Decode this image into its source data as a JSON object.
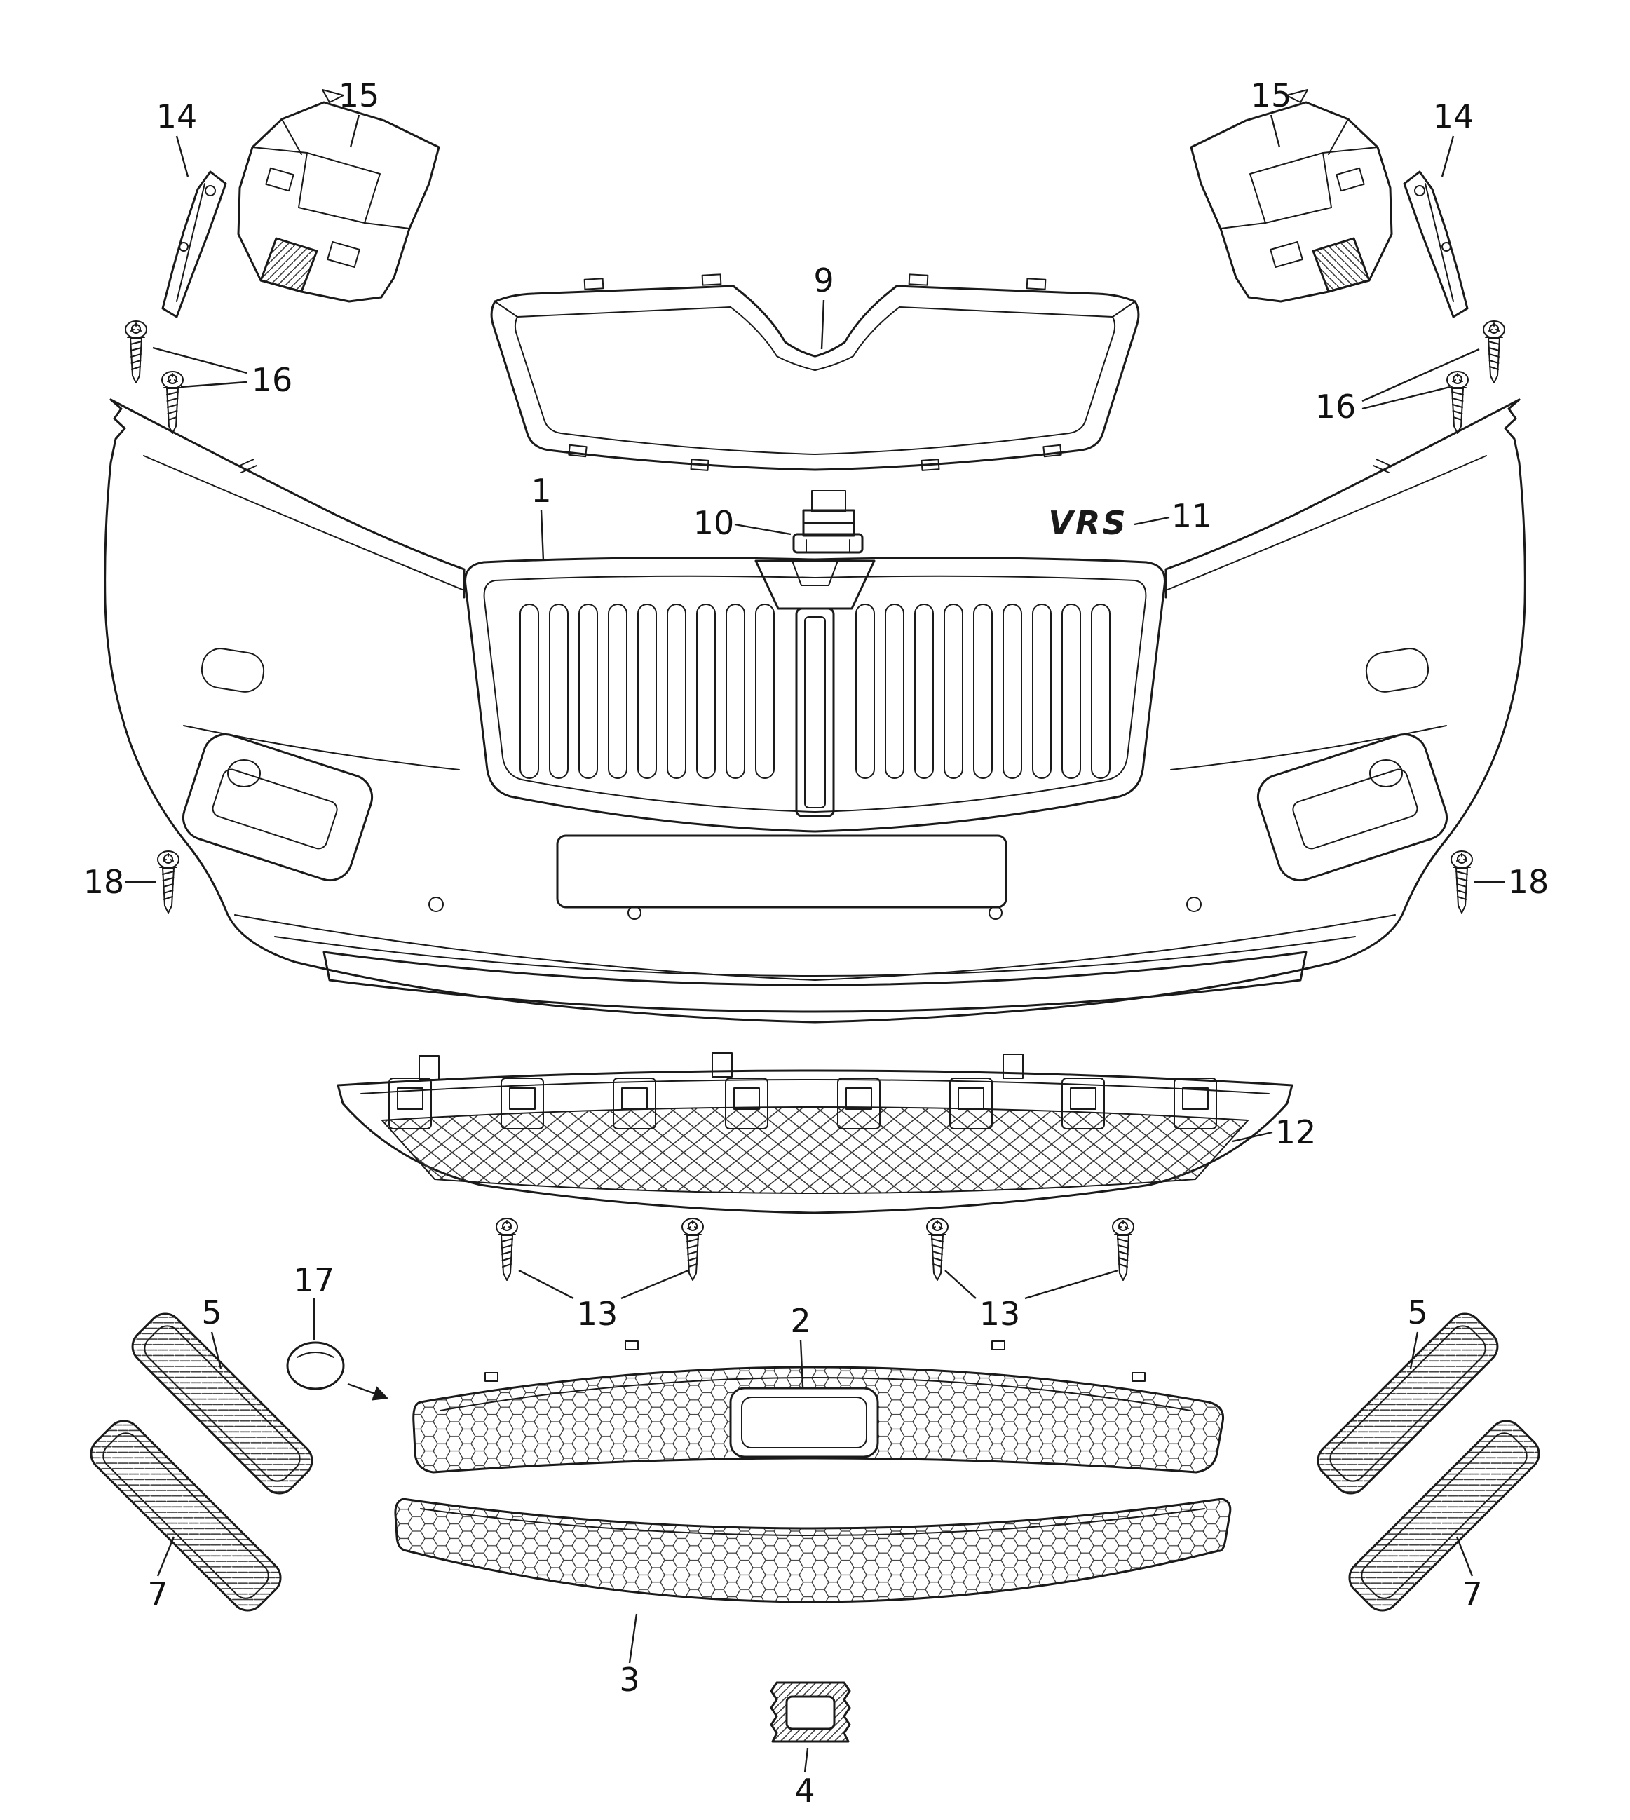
{
  "diagram": {
    "type": "exploded-parts-diagram",
    "subject": "Front bumper assembly exploded view",
    "colors": {
      "line": "#1a1a1a",
      "background": "#ffffff"
    },
    "badge": {
      "text": "VRS"
    },
    "callouts": [
      {
        "label": "14",
        "side": "left"
      },
      {
        "label": "15",
        "side": "left"
      },
      {
        "label": "9",
        "side": "center"
      },
      {
        "label": "15",
        "side": "right"
      },
      {
        "label": "14",
        "side": "right"
      },
      {
        "label": "16",
        "side": "left"
      },
      {
        "label": "16",
        "side": "right"
      },
      {
        "label": "1",
        "side": "center"
      },
      {
        "label": "10",
        "side": "center"
      },
      {
        "label": "11",
        "side": "center"
      },
      {
        "label": "18",
        "side": "left"
      },
      {
        "label": "18",
        "side": "right"
      },
      {
        "label": "12",
        "side": "center"
      },
      {
        "label": "13",
        "side": "left"
      },
      {
        "label": "13",
        "side": "right"
      },
      {
        "label": "17",
        "side": "left"
      },
      {
        "label": "5",
        "side": "left"
      },
      {
        "label": "2",
        "side": "center"
      },
      {
        "label": "5",
        "side": "right"
      },
      {
        "label": "7",
        "side": "left"
      },
      {
        "label": "3",
        "side": "center"
      },
      {
        "label": "7",
        "side": "right"
      },
      {
        "label": "4",
        "side": "center"
      }
    ]
  }
}
